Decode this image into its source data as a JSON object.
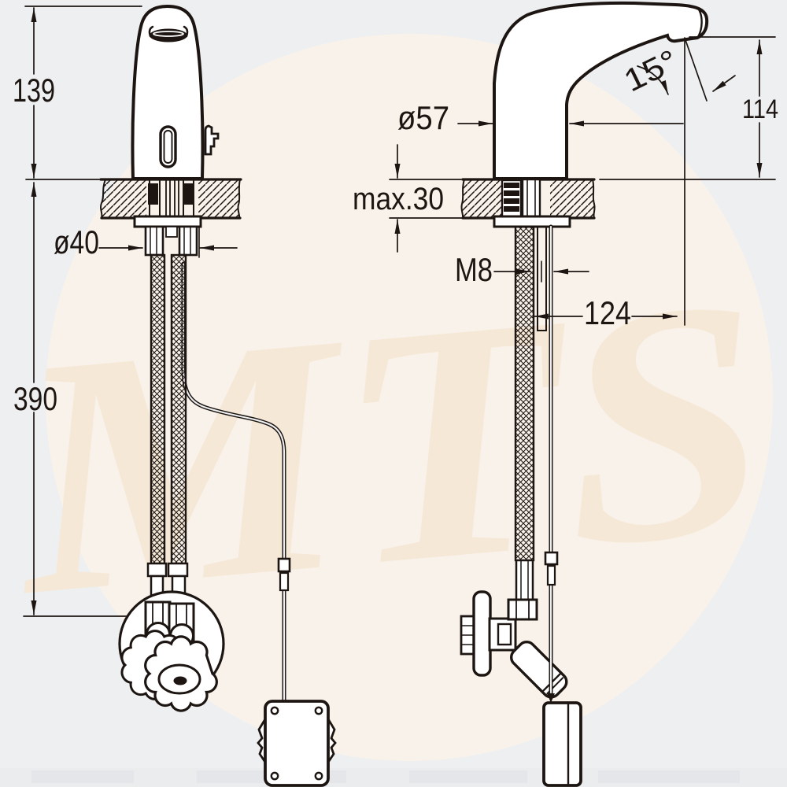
{
  "drawing": {
    "watermark_text": "MTS",
    "dims": {
      "d139": "139",
      "d390": "390",
      "d40": "ø40",
      "d57": "ø57",
      "dmax30": "max.30",
      "dm8": "M8",
      "d124": "124",
      "d114": "114",
      "d15": "15°"
    },
    "colors": {
      "line": "#1c1512",
      "background": "#edeff1",
      "watermark_circle": "#f9f2ea",
      "watermark_letters": "#f6e8d6"
    }
  }
}
